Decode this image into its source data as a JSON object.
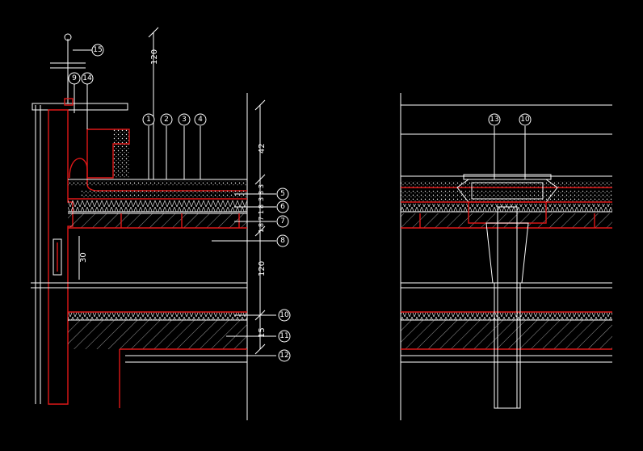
{
  "colors": {
    "background": "#000000",
    "line": "#ffffff",
    "section": "#e01818"
  },
  "callouts_top_left": [
    "1",
    "2",
    "3",
    "4"
  ],
  "callouts_right": [
    "5",
    "6",
    "7",
    "8",
    "10",
    "11",
    "12"
  ],
  "callout_parapet_a": "15",
  "callout_parapet_b": "9",
  "callout_parapet_c": "14",
  "callouts_drain": [
    "13",
    "10"
  ],
  "dim_top": "120",
  "dim_right_a": "42",
  "dim_right_b": "120",
  "dim_right_c": "15",
  "dim_left": "30",
  "dim_small": [
    "3",
    "3",
    "3",
    "8",
    "1",
    "7",
    "8",
    "1"
  ]
}
